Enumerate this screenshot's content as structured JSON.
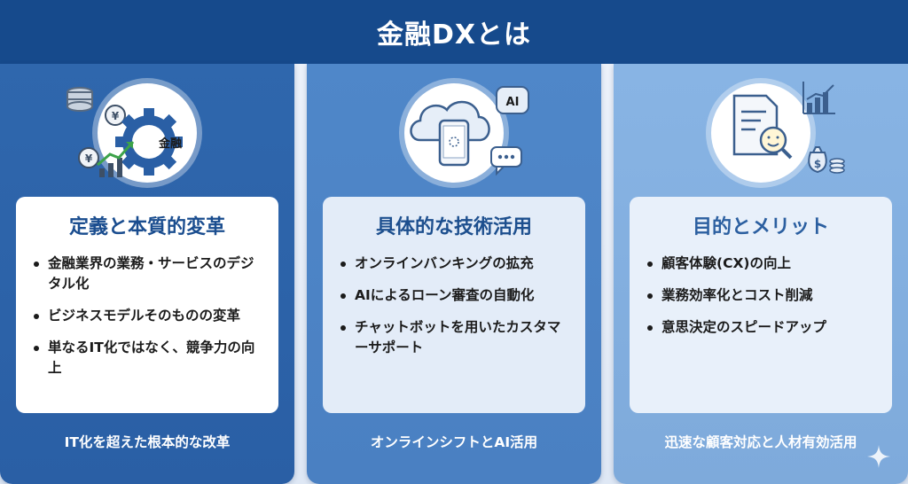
{
  "header": {
    "title": "金融DXとは"
  },
  "columns": [
    {
      "icon": "gear-yen-growth-icon",
      "icon_text": "金融",
      "card_title": "定義と本質的変革",
      "items": [
        "金融業界の業務・サービスのデジタル化",
        "ビジネスモデルそのものの変革",
        "単なるIT化ではなく、競争力の向上"
      ],
      "footer": "IT化を超えた根本的な改革"
    },
    {
      "icon": "cloud-smartphone-ai-icon",
      "icon_text": "AI",
      "card_title": "具体的な技術活用",
      "items": [
        "オンラインバンキングの拡充",
        "AIによるローン審査の自動化",
        "チャットボットを用いたカスタマーサポート"
      ],
      "footer": "オンラインシフトとAI活用"
    },
    {
      "icon": "document-chart-money-icon",
      "card_title": "目的とメリット",
      "items": [
        "顧客体験(CX)の向上",
        "業務効率化とコスト削減",
        "意思決定のスピードアップ"
      ],
      "footer": "迅速な顧客対応と人材有効活用"
    }
  ],
  "colors": {
    "header": "#164a8c",
    "col1": "#2f67ad",
    "col2": "#4f87c9",
    "col3": "#88b4e4",
    "title_text": "#1a4d8f"
  }
}
